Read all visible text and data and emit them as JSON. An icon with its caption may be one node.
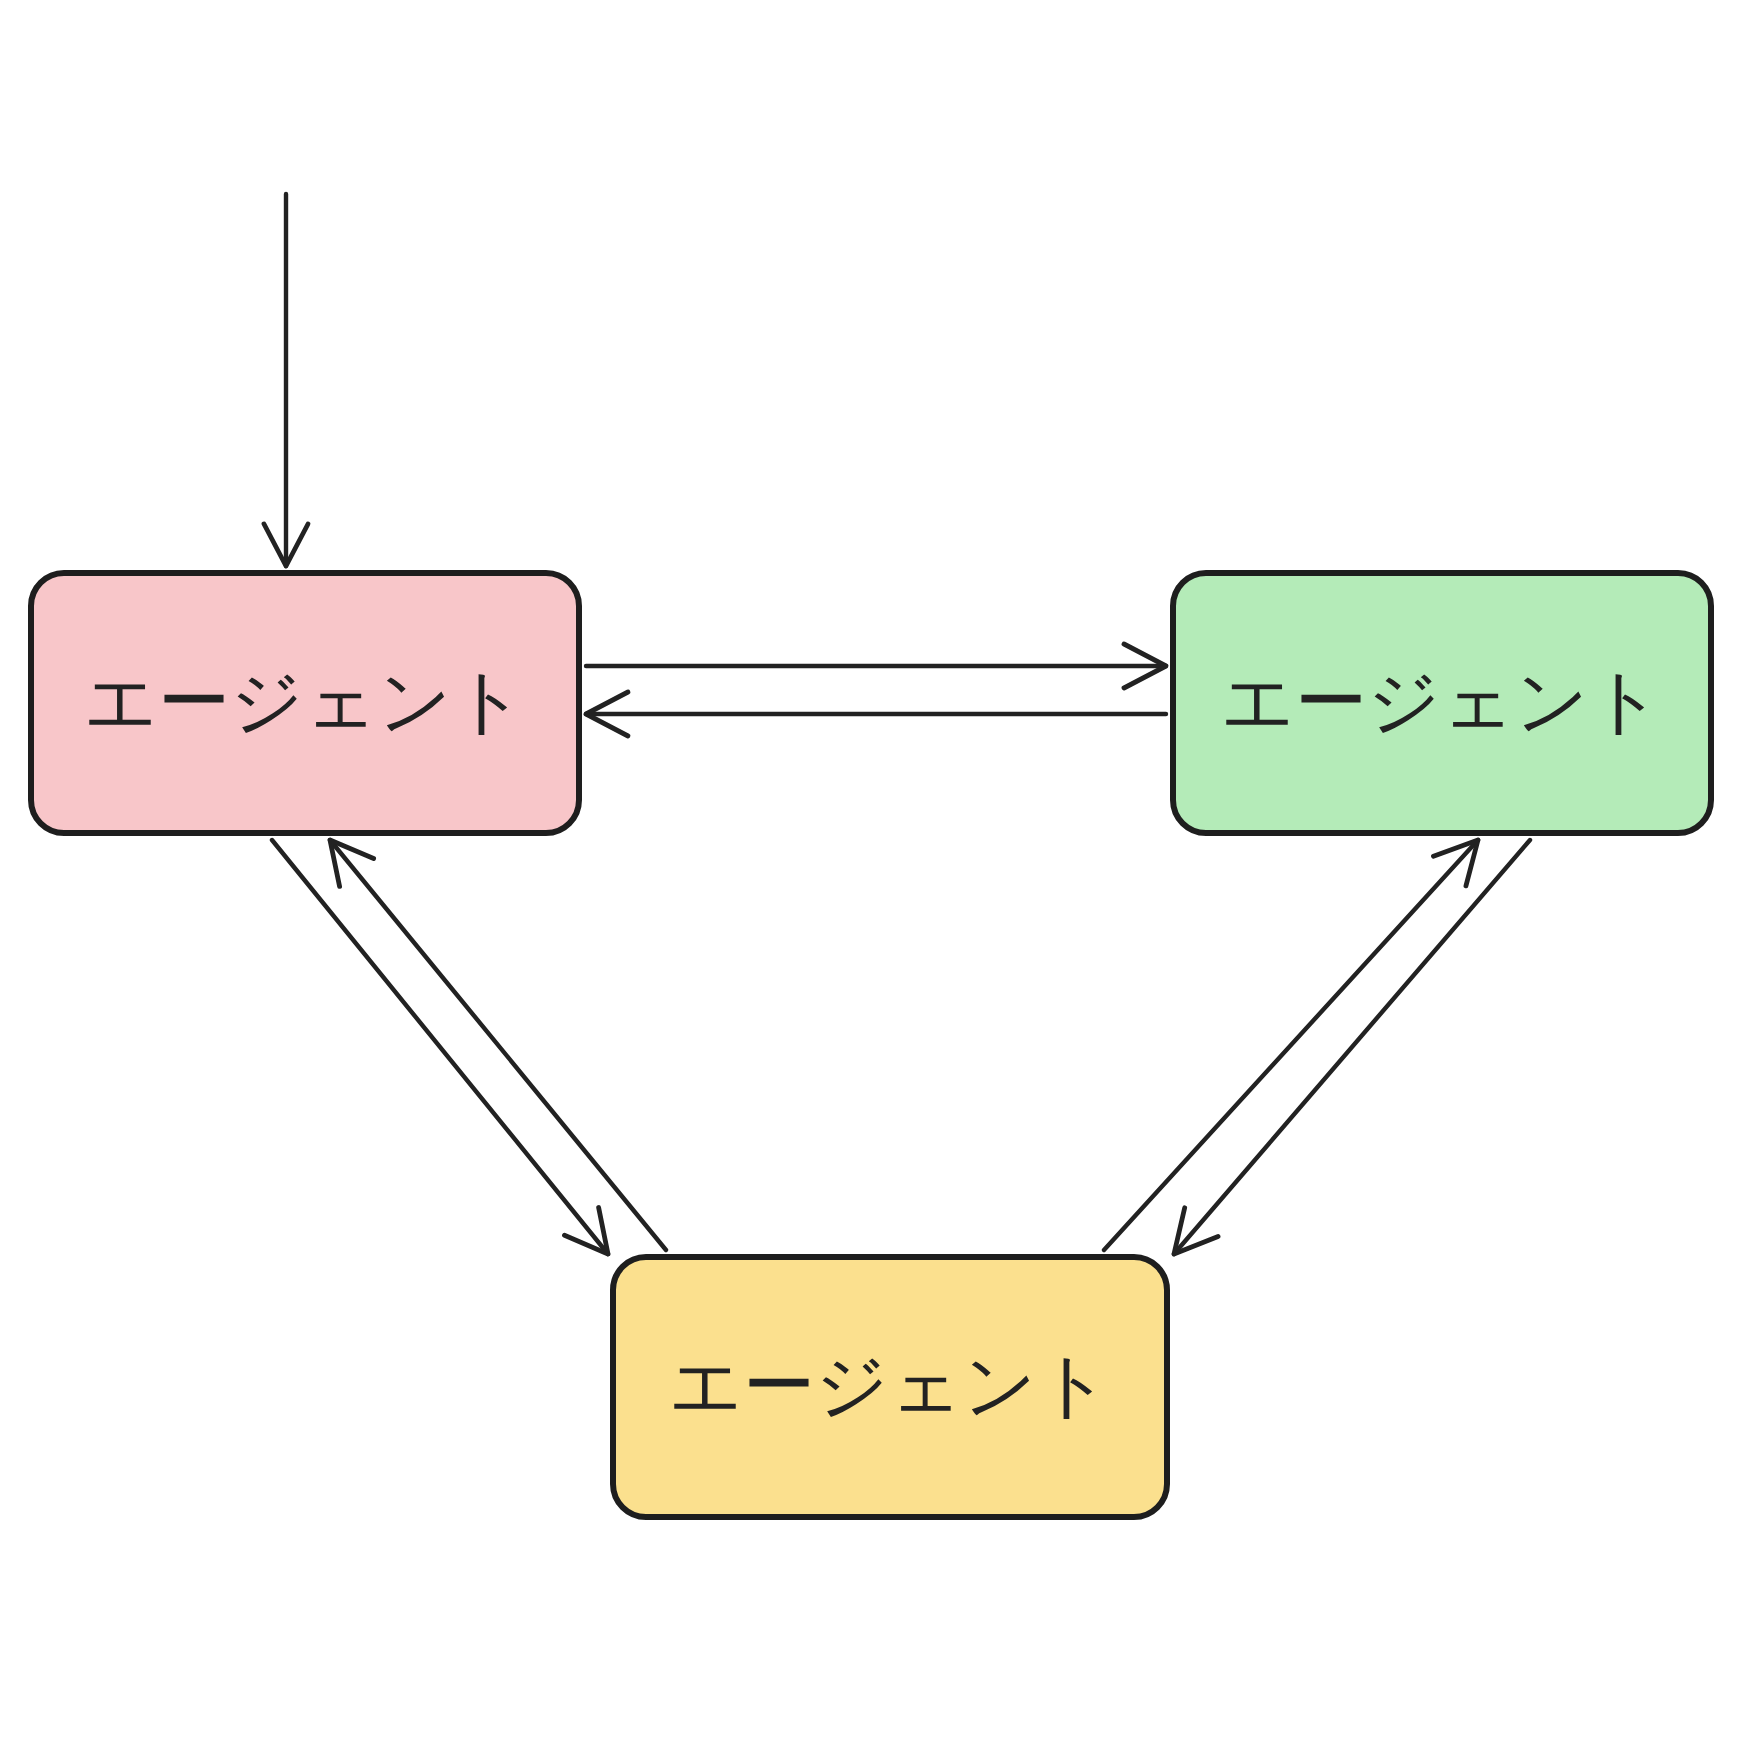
{
  "diagram": {
    "nodes": [
      {
        "text": [
          "エージェント"
        ]
      },
      {
        "text": [
          "エージェント"
        ]
      },
      {
        "text": [
          "エージェント"
        ]
      }
    ],
    "edges": [
      {
        "from": null,
        "to": 0,
        "arrow": "to"
      },
      {
        "from": 0,
        "to": 1,
        "arrow": "to"
      },
      {
        "from": 1,
        "to": 0,
        "arrow": "to"
      },
      {
        "from": 0,
        "to": 2,
        "arrow": "to"
      },
      {
        "from": 2,
        "to": 0,
        "arrow": "to"
      },
      {
        "from": 2,
        "to": 1,
        "arrow": "to"
      },
      {
        "from": 1,
        "to": 2,
        "arrow": "to"
      }
    ]
  }
}
